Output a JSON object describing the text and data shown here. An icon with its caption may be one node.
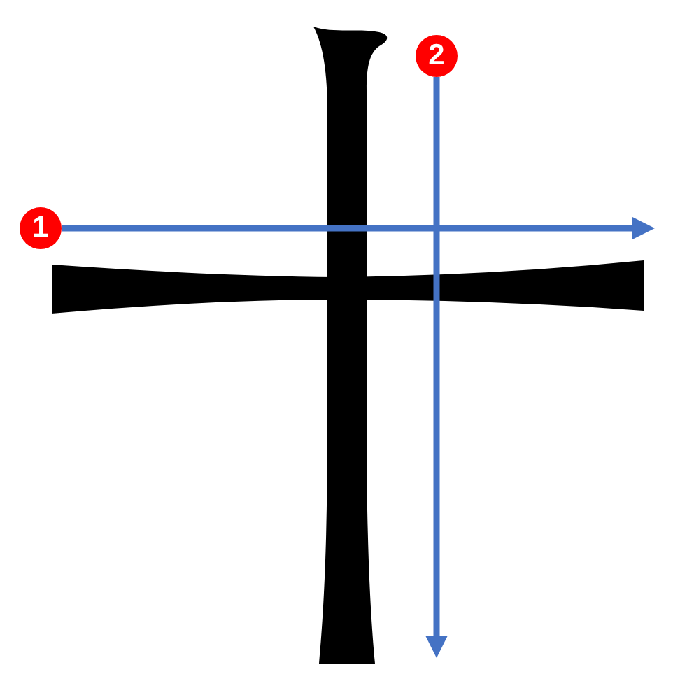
{
  "diagram": {
    "nodes": [
      {
        "text": [
          "1"
        ]
      },
      {
        "text": [
          "2"
        ]
      }
    ],
    "edges": [
      {
        "from": 0,
        "to": null,
        "arrow": "to"
      },
      {
        "from": 1,
        "to": null,
        "arrow": "to"
      }
    ]
  }
}
